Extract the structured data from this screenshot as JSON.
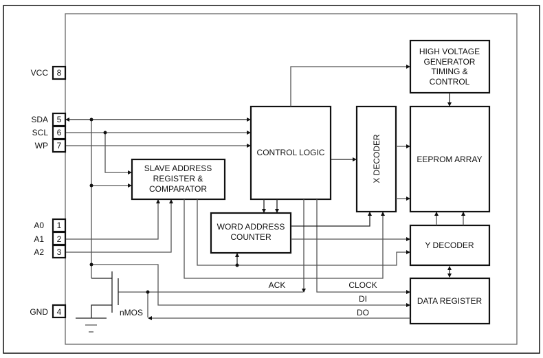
{
  "diagram": {
    "type": "block-diagram",
    "subject": "Serial EEPROM functional block diagram",
    "pins": [
      {
        "name": "VCC",
        "number": "8"
      },
      {
        "name": "SDA",
        "number": "5"
      },
      {
        "name": "SCL",
        "number": "6"
      },
      {
        "name": "WP",
        "number": "7"
      },
      {
        "name": "A0",
        "number": "1"
      },
      {
        "name": "A1",
        "number": "2"
      },
      {
        "name": "A2",
        "number": "3"
      },
      {
        "name": "GND",
        "number": "4"
      }
    ],
    "blocks": {
      "high_voltage": [
        "HIGH VOLTAGE",
        "GENERATOR",
        "TIMING &",
        "CONTROL"
      ],
      "control_logic": "CONTROL LOGIC",
      "x_decoder": "X DECODER",
      "eeprom_array": "EEPROM ARRAY",
      "slave_address": [
        "SLAVE ADDRESS",
        "REGISTER &",
        "COMPARATOR"
      ],
      "word_address": [
        "WORD ADDRESS",
        "COUNTER"
      ],
      "y_decoder": "Y DECODER",
      "data_register": "DATA REGISTER"
    },
    "signals": {
      "ack": "ACK",
      "clock": "CLOCK",
      "di": "DI",
      "do": "DO",
      "transistor": "nMOS"
    },
    "colors": {
      "line": "#111111",
      "background": "#ffffff"
    }
  }
}
